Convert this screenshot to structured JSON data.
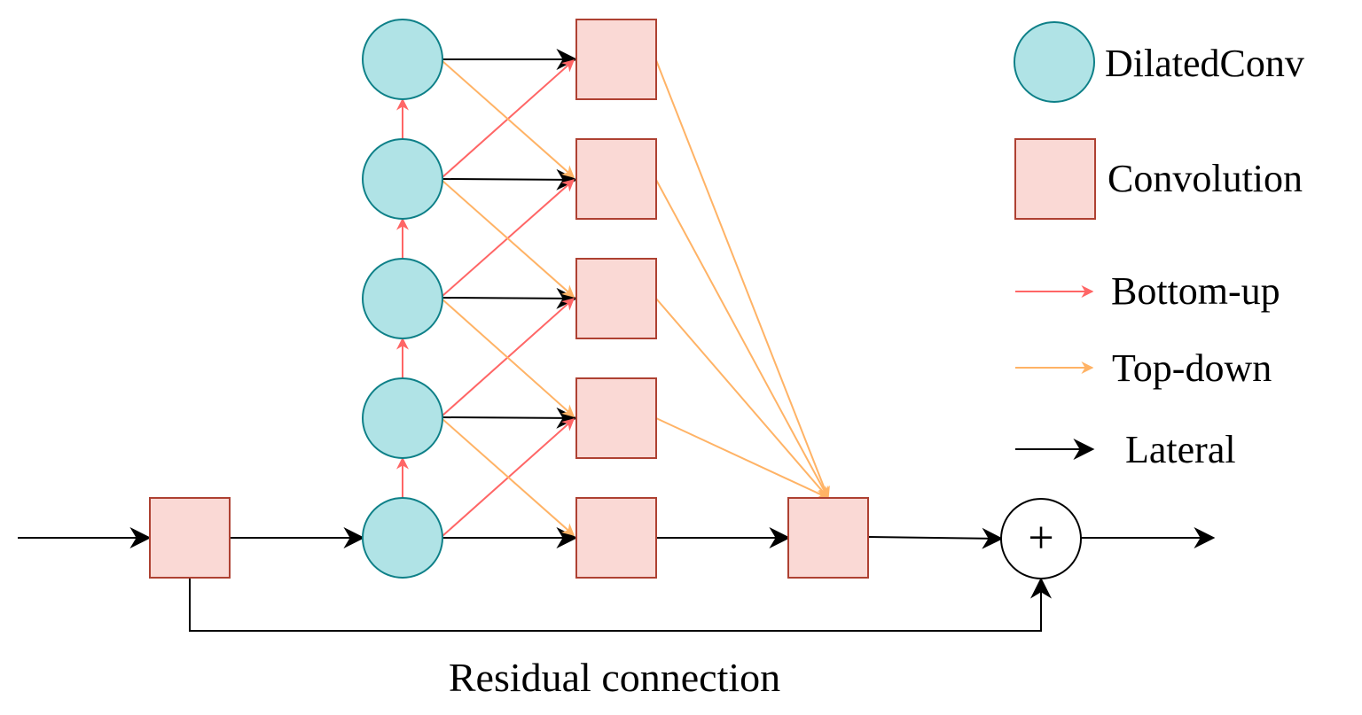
{
  "legend": {
    "dilated_conv": "DilatedConv",
    "convolution": "Convolution",
    "bottom_up": "Bottom-up",
    "top_down": "Top-down",
    "lateral": "Lateral"
  },
  "residual_label": "Residual connection",
  "plus_symbol": "+",
  "colors": {
    "circle_fill": "#b0e3e6",
    "circle_stroke": "#0e8088",
    "square_fill": "#fad9d5",
    "square_stroke": "#ae4132",
    "bottom_up": "#ff6666",
    "top_down": "#ffb366",
    "lateral": "#000000"
  }
}
